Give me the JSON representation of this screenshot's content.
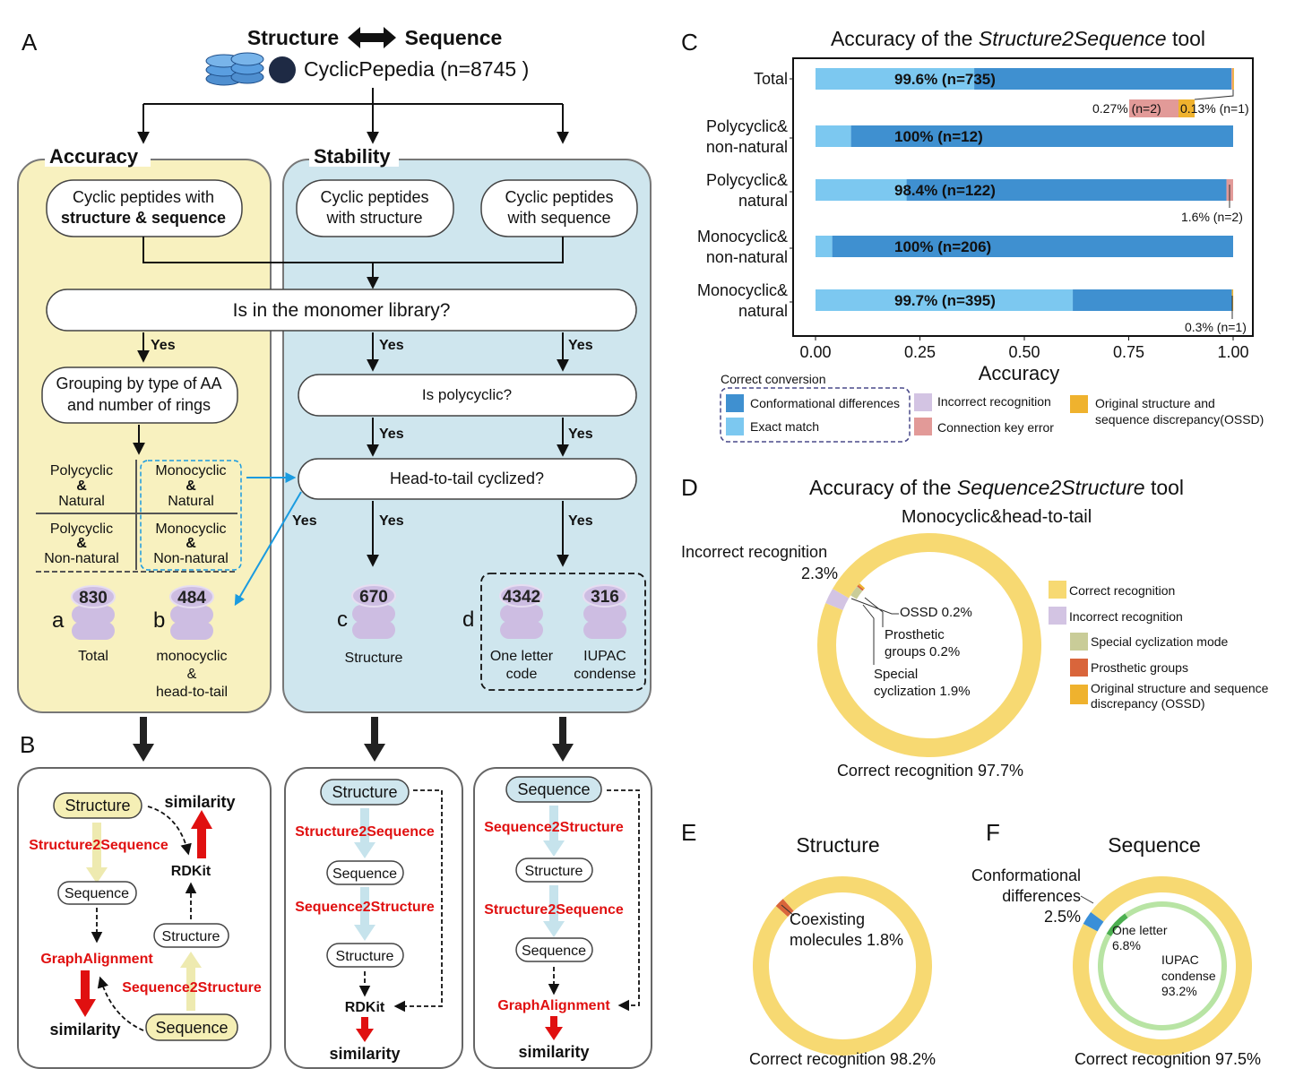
{
  "panel_labels": {
    "A": "A",
    "B": "B",
    "C": "C",
    "D": "D",
    "E": "E",
    "F": "F"
  },
  "panel_a": {
    "header_left": "Structure",
    "header_right": "Sequence",
    "database_title": "CyclicPepedia (n=8745 )",
    "accuracy_title": "Accuracy",
    "stability_title": "Stability",
    "box_struct_seq": [
      "Cyclic peptides with",
      "structure & sequence"
    ],
    "box_struct": [
      "Cyclic peptides",
      "with structure"
    ],
    "box_seq": [
      "Cyclic peptides",
      "with sequence"
    ],
    "monomer_question": "Is in the monomer library?",
    "yes": "Yes",
    "grouping": [
      "Grouping by type of AA",
      "and number of rings"
    ],
    "polycyclic_question": "Is polycyclic?",
    "head_to_tail_question": "Head-to-tail cyclized?",
    "grid": {
      "poly_natural": [
        "Polycyclic",
        "&",
        "Natural"
      ],
      "mono_natural": [
        "Monocyclic",
        "&",
        "Natural"
      ],
      "poly_nonnatural": [
        "Polycyclic",
        "&",
        "Non-natural"
      ],
      "mono_nonnatural": [
        "Monocyclic",
        "&",
        "Non-natural"
      ]
    },
    "datasets": [
      {
        "letter": "a",
        "count": "830",
        "label": [
          "Total"
        ]
      },
      {
        "letter": "b",
        "count": "484",
        "label": [
          "monocyclic",
          "&",
          "head-to-tail"
        ]
      },
      {
        "letter": "c",
        "count": "670",
        "label": [
          "Structure"
        ]
      },
      {
        "letter": "d",
        "count": "4342",
        "label": [
          "One letter",
          "code"
        ]
      },
      {
        "letter": "",
        "count": "316",
        "label": [
          "IUPAC",
          "condense"
        ]
      }
    ]
  },
  "panel_b": {
    "accuracy": {
      "structure": "Structure",
      "sequence_mid": "Sequence",
      "structure_mid": "Structure",
      "sequence": "Sequence",
      "s2s": "Structure2Sequence",
      "seq2s": "Sequence2Structure",
      "graph": "GraphAlignment",
      "rdkit": "RDKit",
      "similarity_top": "similarity",
      "similarity_bottom": "similarity"
    },
    "stability_structure": {
      "start": "Structure",
      "step1": "Structure2Sequence",
      "mid": "Sequence",
      "step2": "Sequence2Structure",
      "end": "Structure",
      "compare": "RDKit",
      "result": "similarity"
    },
    "stability_sequence": {
      "start": "Sequence",
      "step1": "Sequence2Structure",
      "mid": "Structure",
      "step2": "Structure2Sequence",
      "end": "Sequence",
      "compare": "GraphAlignment",
      "result": "similarity"
    }
  },
  "colors": {
    "accuracy_panel": "#f8f1bf",
    "stability_panel": "#cfe6ee",
    "database": "#cdbde2",
    "exact_match": "#7cc8f0",
    "conformational": "#3f90d0",
    "incorrect": "#d3c4e3",
    "connection_error": "#e29a98",
    "ossd": "#efb22e",
    "correct": "#f7d972",
    "special": "#c9cc98",
    "prosthetic": "#d9653b",
    "one_letter": "#4caf50",
    "iupac": "#b8e4a4",
    "red": "#e01010"
  },
  "chart_data": [
    {
      "type": "bar",
      "orientation": "horizontal-stacked",
      "title_prefix": "Accuracy of the ",
      "title_italic": "Structure2Sequence",
      "title_suffix": " tool",
      "xlabel": "Accuracy",
      "xlim": [
        0,
        1
      ],
      "xticks": [
        "0.00",
        "0.25",
        "0.50",
        "0.75",
        "1.00"
      ],
      "categories": [
        [
          "Total"
        ],
        [
          "Polycyclic&",
          "non-natural"
        ],
        [
          "Polycyclic&",
          "natural"
        ],
        [
          "Monocyclic&",
          "non-natural"
        ],
        [
          "Monocyclic&",
          "natural"
        ]
      ],
      "series": [
        {
          "name": "Exact match",
          "values": [
            0.38,
            0.085,
            0.218,
            0.04,
            0.616
          ]
        },
        {
          "name": "Conformational differences",
          "values": [
            0.616,
            0.915,
            0.766,
            0.96,
            0.381
          ]
        },
        {
          "name": "Incorrect recognition",
          "values": [
            0,
            0,
            0,
            0,
            0
          ]
        },
        {
          "name": "Connection key error",
          "values": [
            0.0027,
            0,
            0.016,
            0,
            0
          ]
        },
        {
          "name": "Original structure and sequence discrepancy(OSSD)",
          "values": [
            0.0013,
            0,
            0,
            0,
            0.003
          ]
        }
      ],
      "bar_labels": [
        "99.6% (n=735)",
        "100% (n=12)",
        "98.4% (n=122)",
        "100% (n=206)",
        "99.7% (n=395)"
      ],
      "annotations": [
        "0.27% (n=2)",
        "0.13% (n=1)",
        "1.6% (n=2)",
        "0.3% (n=1)"
      ],
      "legend_group_title": "Correct conversion",
      "legend": [
        "Conformational differences",
        "Exact match",
        "Incorrect recognition",
        "Connection key error",
        [
          "Original structure and",
          "sequence discrepancy(OSSD)"
        ]
      ]
    },
    {
      "type": "pie",
      "title_prefix": "Accuracy of the ",
      "title_italic": "Sequence2Structure",
      "title_suffix": " tool",
      "subtitle": "Monocyclic&head-to-tail",
      "slices": [
        {
          "name": "Correct recognition",
          "value": 97.7
        },
        {
          "name": "Incorrect recognition",
          "value": 2.3
        }
      ],
      "incorrect_breakdown": [
        {
          "name": "Special cyclization mode",
          "value": 1.9
        },
        {
          "name": "Prosthetic groups",
          "value": 0.2
        },
        {
          "name": "OSSD",
          "value": 0.2
        }
      ],
      "labels": {
        "incorrect": [
          "Incorrect recognition",
          "2.3%"
        ],
        "ossd": "OSSD 0.2%",
        "prosthetic": [
          "Prosthetic",
          "groups 0.2%"
        ],
        "special": [
          "Special",
          "cyclization 1.9%"
        ],
        "correct": "Correct recognition 97.7%"
      },
      "legend": [
        "Correct recognition",
        "Incorrect recognition",
        "Special cyclization mode",
        "Prosthetic groups",
        [
          "Original structure and sequence",
          "discrepancy (OSSD)"
        ]
      ]
    },
    {
      "type": "pie",
      "title": "Structure",
      "slices": [
        {
          "name": "Correct recognition",
          "value": 98.2
        },
        {
          "name": "Coexisting molecules",
          "value": 1.8
        }
      ],
      "labels": {
        "error": [
          "Coexisting",
          "molecules 1.8%"
        ],
        "correct": "Correct recognition 98.2%"
      }
    },
    {
      "type": "pie",
      "title": "Sequence",
      "slices": [
        {
          "name": "Correct recognition",
          "value": 97.5
        },
        {
          "name": "Conformational differences",
          "value": 2.5
        }
      ],
      "inner_slices": [
        {
          "name": "One letter",
          "value": 6.8
        },
        {
          "name": "IUPAC condense",
          "value": 93.2
        }
      ],
      "labels": {
        "error": [
          "Conformational",
          "differences",
          "2.5%"
        ],
        "one_letter": [
          "One letter",
          "6.8%"
        ],
        "iupac": [
          "IUPAC",
          "condense",
          "93.2%"
        ],
        "correct": "Correct recognition 97.5%"
      }
    }
  ]
}
